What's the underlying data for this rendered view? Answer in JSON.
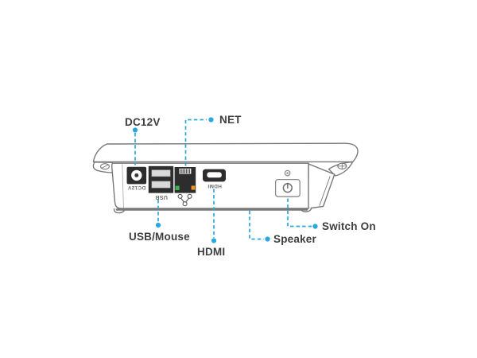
{
  "figure": {
    "type": "hardware-port-callout-diagram",
    "device": "panel-pc-bottom-edge"
  },
  "callouts": {
    "dc": {
      "label": "DC12V"
    },
    "net": {
      "label": "NET"
    },
    "usb": {
      "label": "USB/Mouse"
    },
    "hdmi": {
      "label": "HDMI"
    },
    "speaker": {
      "label": "Speaker"
    },
    "switch": {
      "label": "Switch On"
    }
  },
  "port_labels": {
    "dc": "DC12V",
    "usb": "USB",
    "hdmi": "HDMI"
  },
  "icons": {
    "lan": "lan-nodes-icon",
    "power": "power-icon",
    "screw_left": "screw-slot-icon",
    "screw_right": "screw-cross-icon"
  },
  "colors": {
    "accent": "#2aa7df",
    "outline": "#787878",
    "port_fill": "#2d2d2d",
    "label_text": "#3e3e3e",
    "port_label_text": "#6b6b6b",
    "led_green": "#3db54a",
    "led_orange": "#f6921e",
    "canvas_bg": "#ffffff"
  }
}
